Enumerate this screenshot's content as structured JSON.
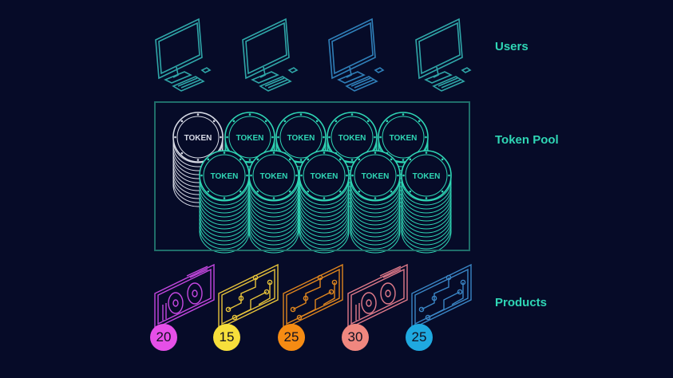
{
  "labels": {
    "users": "Users",
    "token_pool": "Token Pool",
    "products": "Products"
  },
  "token_text": "TOKEN",
  "computers": [
    {
      "color": "#2fa6a8"
    },
    {
      "color": "#2fa6a8"
    },
    {
      "color": "#2f7fb8"
    },
    {
      "color": "#2fa6a8"
    }
  ],
  "tokens": [
    {
      "row": "back",
      "color": "#d8dbe6"
    },
    {
      "row": "back",
      "color": "#2fd6b5"
    },
    {
      "row": "back",
      "color": "#2fd6b5"
    },
    {
      "row": "back",
      "color": "#2fd6b5"
    },
    {
      "row": "back",
      "color": "#2fd6b5"
    },
    {
      "row": "front",
      "color": "#2fd6b5"
    },
    {
      "row": "front",
      "color": "#2fd6b5"
    },
    {
      "row": "front",
      "color": "#2fd6b5"
    },
    {
      "row": "front",
      "color": "#2fd6b5"
    },
    {
      "row": "front",
      "color": "#2fd6b5"
    }
  ],
  "products": [
    {
      "price": "20",
      "badge_color": "#e64fe8",
      "line_color": "#c447e0",
      "kind": "gpu"
    },
    {
      "price": "15",
      "badge_color": "#f7df3b",
      "line_color": "#e6c23a",
      "kind": "board"
    },
    {
      "price": "25",
      "badge_color": "#f58b13",
      "line_color": "#e0861e",
      "kind": "board"
    },
    {
      "price": "30",
      "badge_color": "#f0877f",
      "line_color": "#e07a8a",
      "kind": "gpu"
    },
    {
      "price": "25",
      "badge_color": "#1fa9e0",
      "line_color": "#3a86c6",
      "kind": "board"
    }
  ]
}
